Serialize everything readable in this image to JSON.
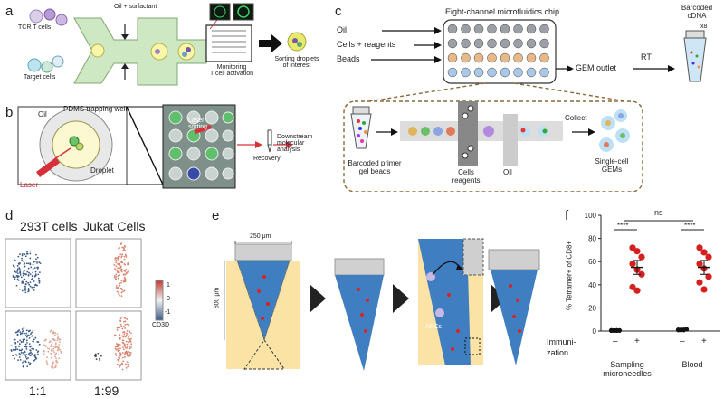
{
  "panels": {
    "a": {
      "letter": "a",
      "tcr_label": "TCR T cells",
      "target_label": "Target cells",
      "oil_label": "Oil + surfactant",
      "monitor_label": "Monitoring\nT cell activation",
      "sorting_label": "Sorting droplets\nof interest"
    },
    "b": {
      "letter": "b",
      "oil": "Oil",
      "well": "PDMS trapping well",
      "droplet": "Droplet",
      "laser": "Laser",
      "laser_sorting": "Laser\nsorting",
      "recovery": "Recovery",
      "downstream": "Downstream\nmolecular\nanalysis"
    },
    "c": {
      "letter": "c",
      "chip_title": "Eight-channel microfluidics chip",
      "inputs": [
        "Oil",
        "Cells + reagents",
        "Beads"
      ],
      "gem_outlet": "GEM outlet",
      "rt": "RT",
      "barcoded_cdna": "Barcoded\ncDNA",
      "x8": "x8",
      "primer": "Barcoded primer\ngel beads",
      "cells_reagents": "Cells\nreagents",
      "oil": "Oil",
      "collect": "Collect",
      "gems": "Single-cell\nGEMs"
    },
    "d": {
      "letter": "d",
      "col1": "293T cells",
      "col2": "Jukat Cells",
      "ratio1": "1:1",
      "ratio2": "1:99",
      "colorbar_ticks": [
        "1",
        "0",
        "-1"
      ],
      "colorbar_label": "CD3D"
    },
    "e": {
      "letter": "e",
      "width_label": "250 μm",
      "height_label": "600 μm",
      "apc_label": "APCs"
    },
    "f": {
      "letter": "f",
      "ylabel": "% Tetramer+ of CD8+",
      "yticks": [
        "0",
        "20",
        "40",
        "60",
        "80",
        "100"
      ],
      "sig1": "****",
      "sig2": "****",
      "ns": "ns",
      "immunization_label": "Immuni-\nzation",
      "x_signs": [
        "–",
        "+",
        "–",
        "+"
      ],
      "group1": "Sampling\nmicroneedles",
      "group2": "Blood"
    }
  },
  "chart_data": {
    "type": "scatter",
    "ylabel": "% Tetramer+ of CD8+",
    "ylim": [
      0,
      100
    ],
    "categories": [
      "Sampling microneedles –",
      "Sampling microneedles +",
      "Blood –",
      "Blood +"
    ],
    "series": [
      {
        "values_by_category": [
          [
            0.5,
            0.5,
            0.5,
            0.5,
            0.5,
            0.5,
            0.5
          ],
          [
            72,
            69,
            64,
            58,
            53,
            49,
            38,
            35
          ],
          [
            1,
            1,
            1,
            1.5,
            1,
            1,
            1
          ],
          [
            72,
            68,
            64,
            58,
            54,
            47,
            42,
            36
          ]
        ],
        "means": [
          0.5,
          55,
          1,
          55
        ]
      }
    ],
    "colors": {
      "control": "#111111",
      "immunized": "#d61f1f"
    }
  }
}
